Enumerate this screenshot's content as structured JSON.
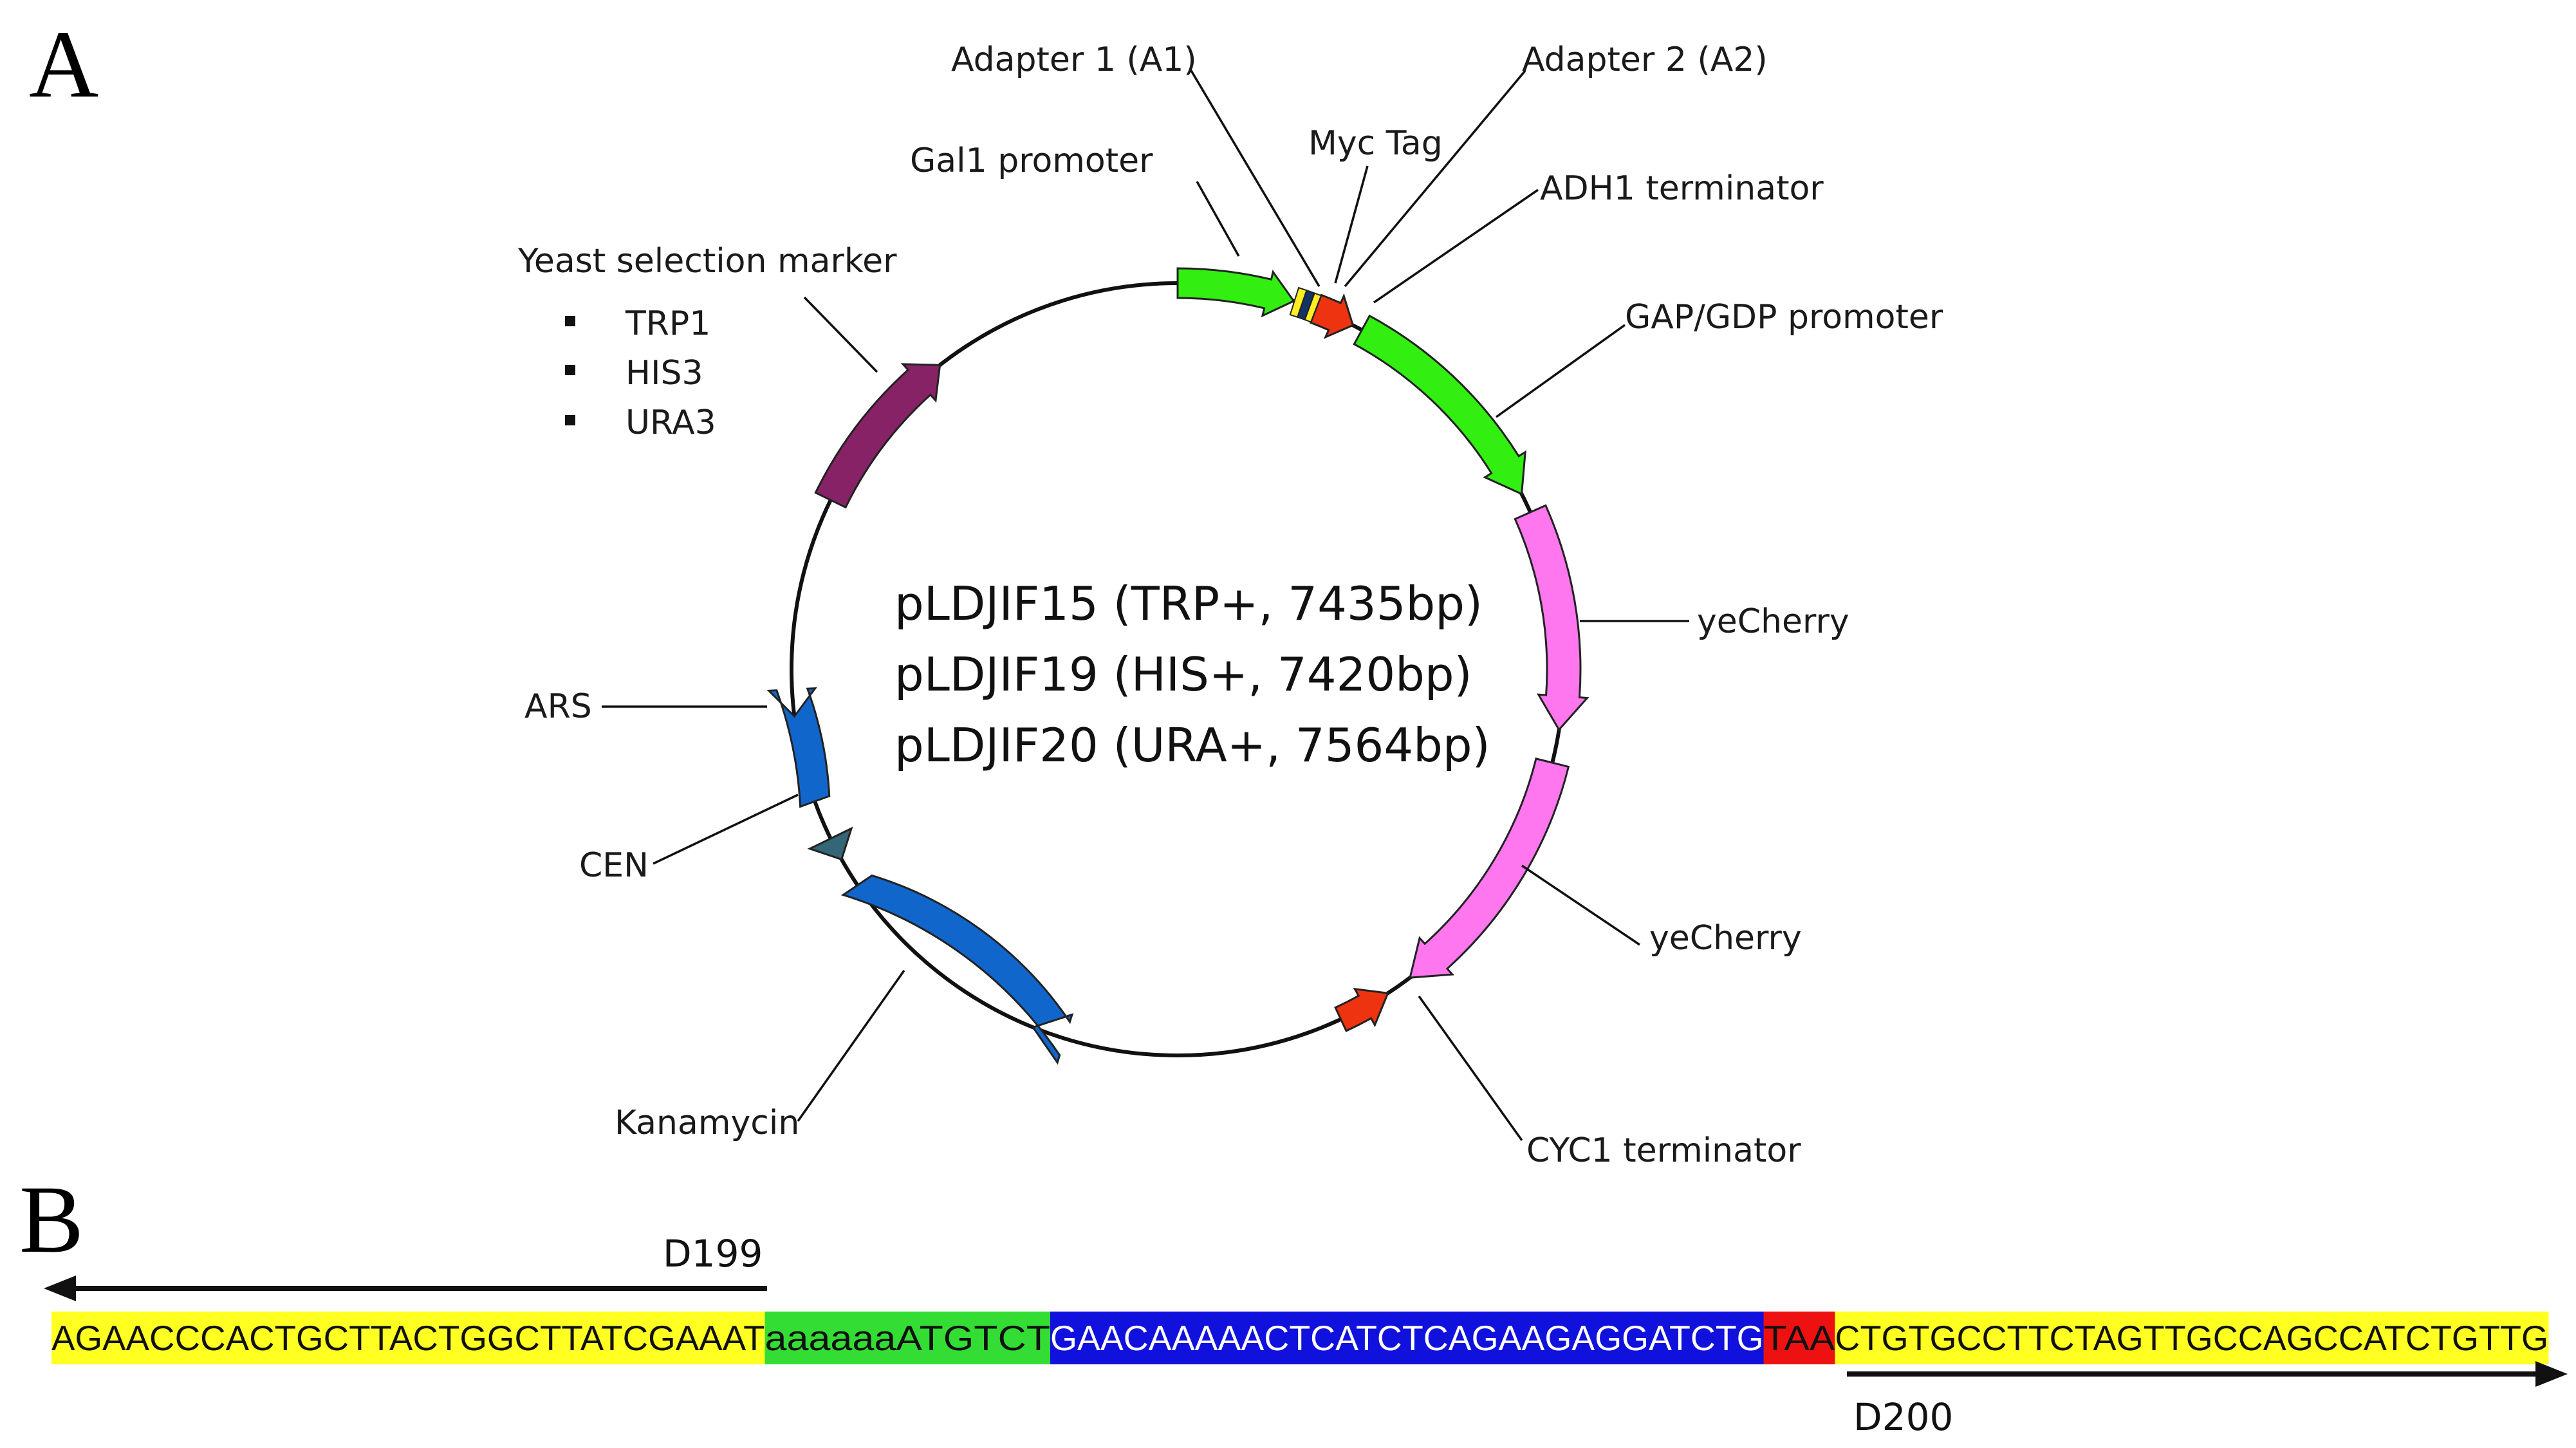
{
  "panel_a": {
    "letter": "A",
    "center_lines": [
      "pLDJIF15 (TRP+, 7435bp)",
      "pLDJIF19 (HIS+, 7420bp)",
      "pLDJIF20 (URA+, 7564bp)"
    ],
    "labels": {
      "adapter1": "Adapter 1 (A1)",
      "adapter2": "Adapter 2 (A2)",
      "myc_tag": "Myc Tag",
      "gal1_promoter": "Gal1 promoter",
      "adh1_terminator": "ADH1 terminator",
      "gap_promoter": "GAP/GDP promoter",
      "yecherry_1": "yeCherry",
      "yecherry_2": "yeCherry",
      "cyc1_terminator": "CYC1 terminator",
      "kanamycin": "Kanamycin",
      "cen": "CEN",
      "ars": "ARS",
      "selection_marker_title": "Yeast selection marker"
    },
    "selection_markers": [
      "TRP1",
      "HIS3",
      "URA3"
    ],
    "colors": {
      "promoter": "#33ee11",
      "terminator": "#ee3311",
      "yecherry": "#ff77ee",
      "kanamycin": "#1166cc",
      "ars": "#1166cc",
      "cen": "#336677",
      "selection_marker": "#882266"
    }
  },
  "panel_b": {
    "letter": "B",
    "primer_left": "D199",
    "primer_right": "D200",
    "segments": [
      {
        "text": "AGAACCCACTGCTTACTGGCTTATCGAAAT",
        "bg": "#ffff22",
        "fg": "#111111"
      },
      {
        "text": "aaaaaaATGTCT",
        "bg": "#33dd33",
        "fg": "#111111"
      },
      {
        "text": "GAACAAAAACTCATCTCAGAAGAGGATCTG",
        "bg": "#1111dd",
        "fg": "#ffffff"
      },
      {
        "text": "TAA",
        "bg": "#ee1111",
        "fg": "#111111"
      },
      {
        "text": "CTGTGCCTTCTAGTTGCCAGCCATCTGTTG",
        "bg": "#ffff22",
        "fg": "#111111"
      }
    ]
  }
}
